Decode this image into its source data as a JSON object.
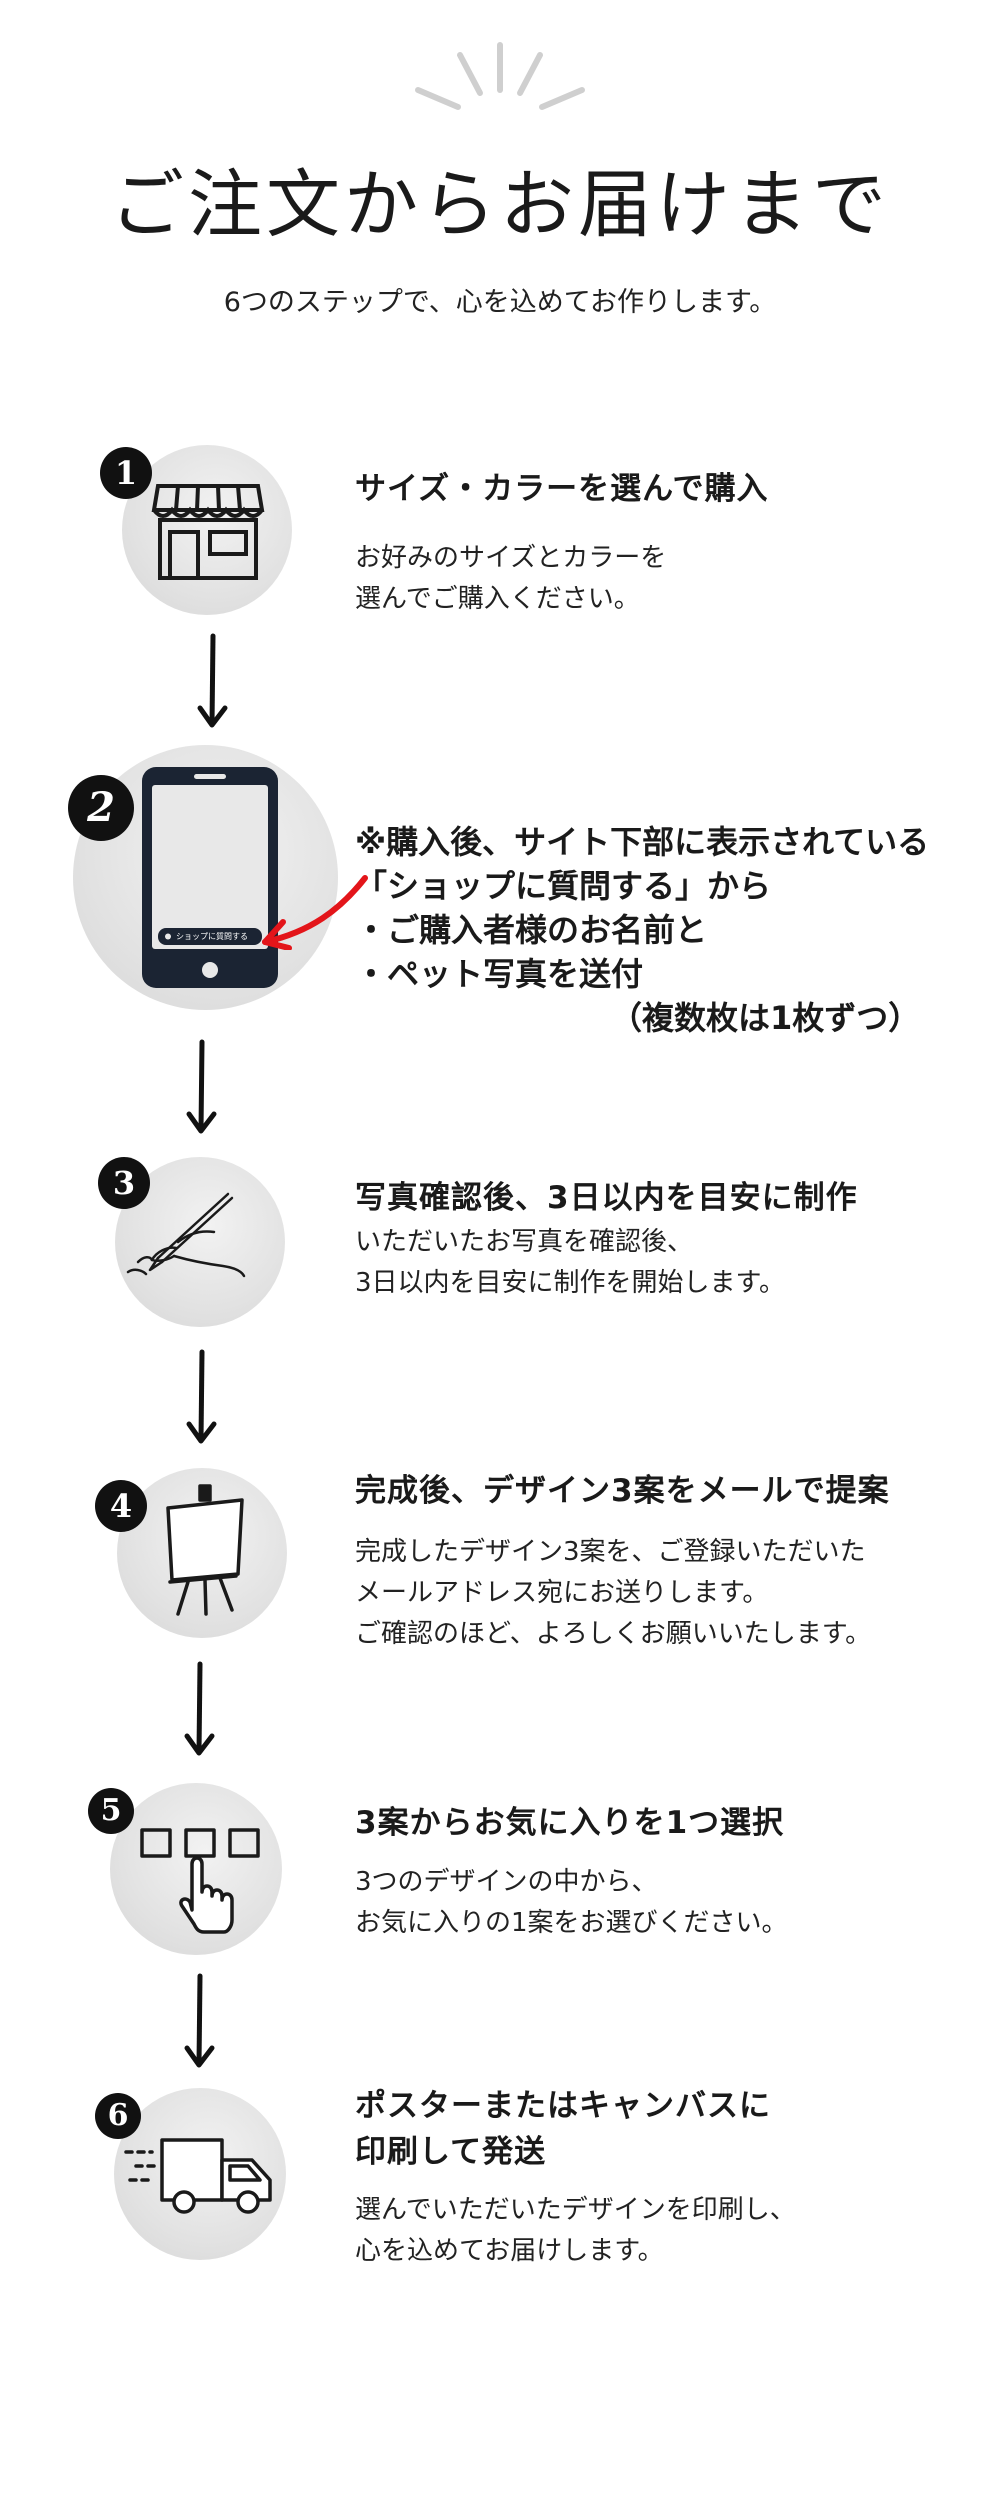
{
  "header": {
    "title": "ご注文からお届けまで",
    "subtitle": "6つのステップで、心を込めてお作りします。"
  },
  "steps": [
    {
      "number": "1",
      "icon": "shop-icon",
      "title": "サイズ・カラーを選んで購入",
      "body_lines": [
        "お好みのサイズとカラーを",
        "選んでご購入ください。"
      ]
    },
    {
      "number": "2",
      "icon": "smartphone-icon",
      "phone_button_label": "ショップに質問する",
      "lines": [
        "※購入後、サイト下部に表示されている",
        "「ショップに質問する」から",
        "・ご購入者様のお名前と",
        "・ペット写真を送付",
        "（複数枚は1枚ずつ）"
      ]
    },
    {
      "number": "3",
      "icon": "drawing-hand-icon",
      "title": "写真確認後、3日以内を目安に制作",
      "body_lines": [
        "いただいたお写真を確認後、",
        "3日以内を目安に制作を開始します。"
      ]
    },
    {
      "number": "4",
      "icon": "easel-icon",
      "title": "完成後、デザイン3案をメールで提案",
      "body_lines": [
        "完成したデザイン3案を、ご登録いただいた",
        "メールアドレス宛にお送りします。",
        "ご確認のほど、よろしくお願いいたします。"
      ]
    },
    {
      "number": "5",
      "icon": "select-option-icon",
      "title": "3案からお気に入りを1つ選択",
      "body_lines": [
        "3つのデザインの中から、",
        "お気に入りの1案をお選びください。"
      ]
    },
    {
      "number": "6",
      "icon": "delivery-truck-icon",
      "title_lines": [
        "ポスターまたはキャンバスに",
        "印刷して発送"
      ],
      "body_lines": [
        "選んでいただいたデザインを印刷し、",
        "心を込めてお届けします。"
      ]
    }
  ],
  "colors": {
    "accent_arrow": "#e3151a",
    "badge": "#111111",
    "circle": "#e4e4e4"
  }
}
